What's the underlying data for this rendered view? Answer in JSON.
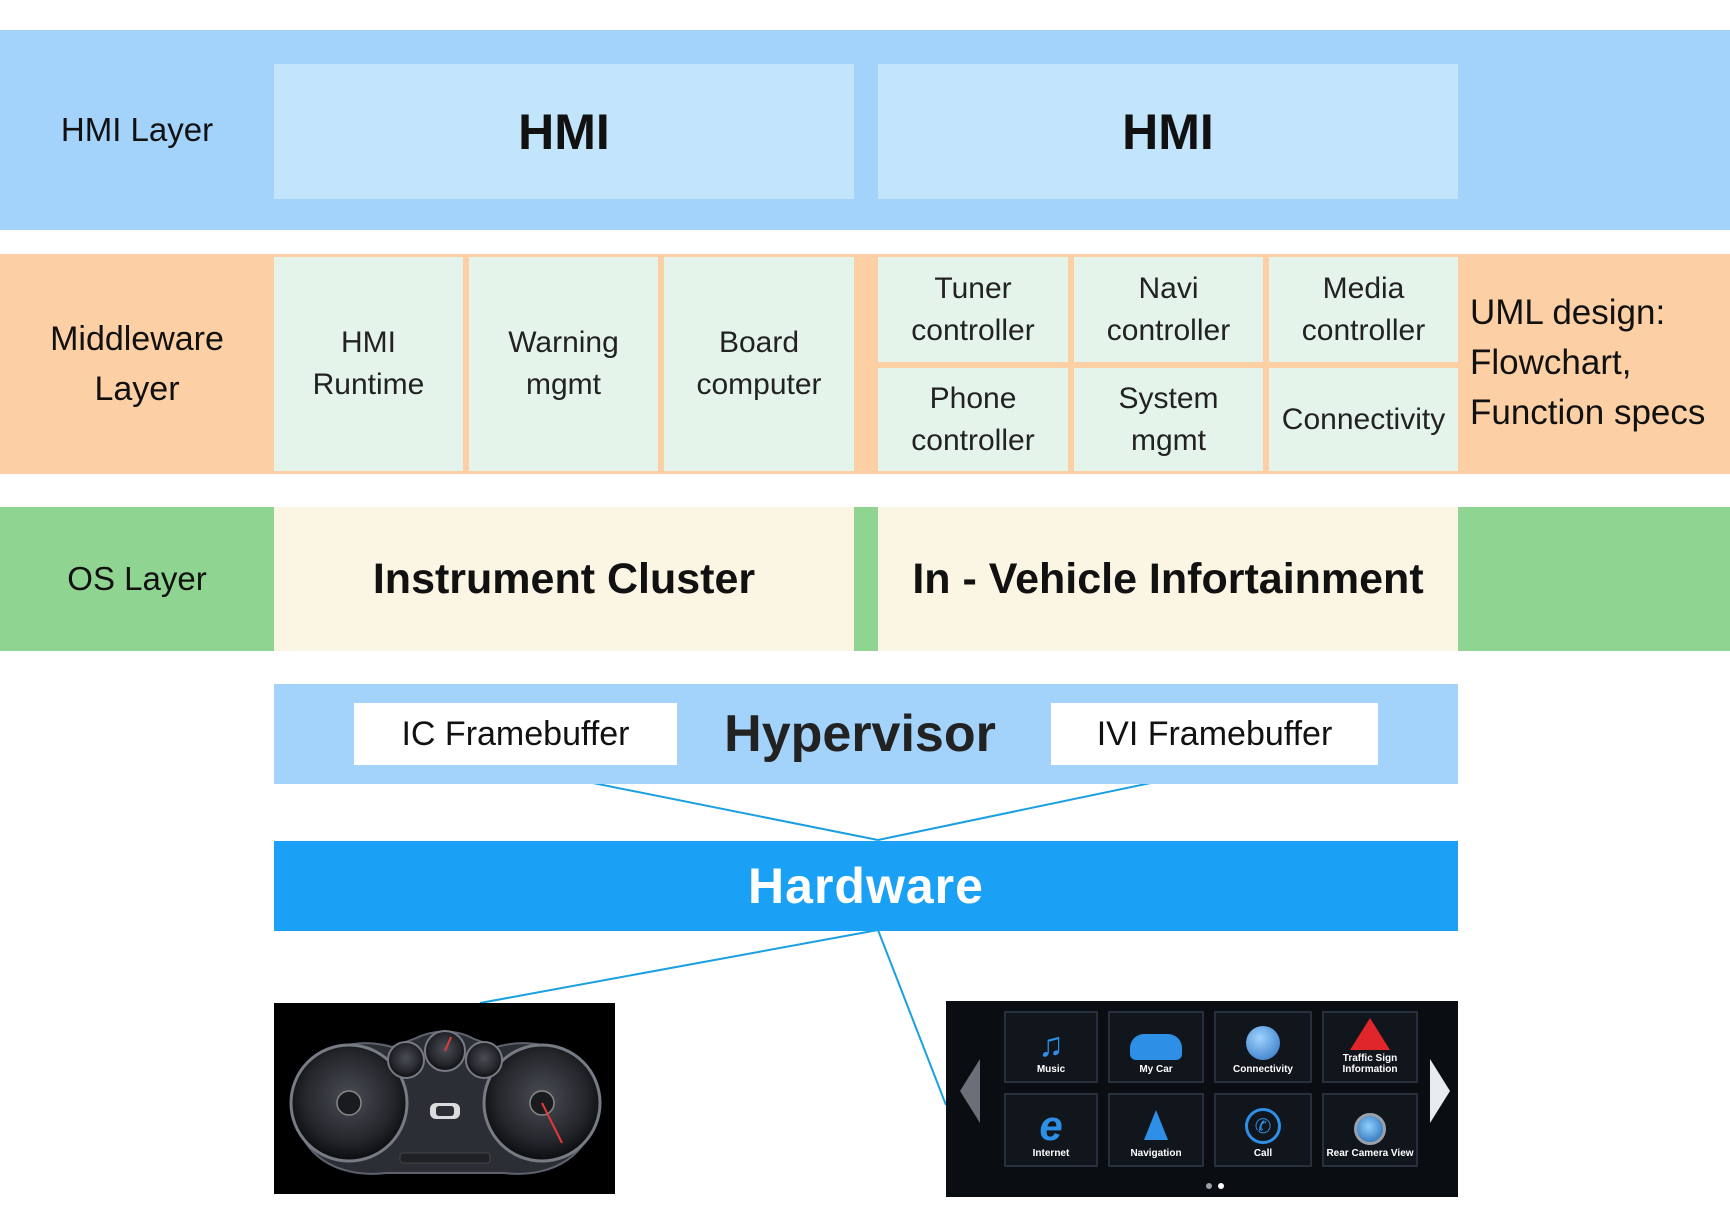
{
  "hmi_layer": {
    "label": "HMI Layer",
    "boxes": [
      "HMI",
      "HMI"
    ]
  },
  "middleware_layer": {
    "label": "Middleware Layer",
    "cluster_modules": [
      "HMI Runtime",
      "Warning mgmt",
      "Board computer"
    ],
    "ivi_modules": [
      "Tuner controller",
      "Navi controller",
      "Media controller",
      "Phone controller",
      "System mgmt",
      "Connectivity"
    ],
    "uml_note": "UML design: Flowchart, Function specs"
  },
  "os_layer": {
    "label": "OS Layer",
    "instrument_cluster": "Instrument Cluster",
    "infotainment": "In - Vehicle Infortainment"
  },
  "hypervisor": {
    "title": "Hypervisor",
    "ic_framebuffer": "IC Framebuffer",
    "ivi_framebuffer": "IVI Framebuffer"
  },
  "hardware": {
    "title": "Hardware"
  },
  "ivi_screen": {
    "tiles": [
      {
        "label": "Music",
        "icon": "music-note-icon"
      },
      {
        "label": "My Car",
        "icon": "car-icon"
      },
      {
        "label": "Connectivity",
        "icon": "globe-icon"
      },
      {
        "label": "Traffic Sign Information",
        "icon": "traffic-sign-icon"
      },
      {
        "label": "Internet",
        "icon": "internet-explorer-icon"
      },
      {
        "label": "Navigation",
        "icon": "navigation-arrow-icon"
      },
      {
        "label": "Call",
        "icon": "phone-icon"
      },
      {
        "label": "Rear Camera View",
        "icon": "camera-icon"
      }
    ]
  },
  "colors": {
    "hmi_band": "#a3d3fb",
    "hmi_box": "#c3e5fc",
    "middleware_band": "#fcd0a4",
    "middleware_cell": "#e5f4ea",
    "os_band": "#8fd491",
    "os_box": "#fbf5e4",
    "hardware": "#1aa0f5",
    "connector_line": "#1aa0e0"
  }
}
